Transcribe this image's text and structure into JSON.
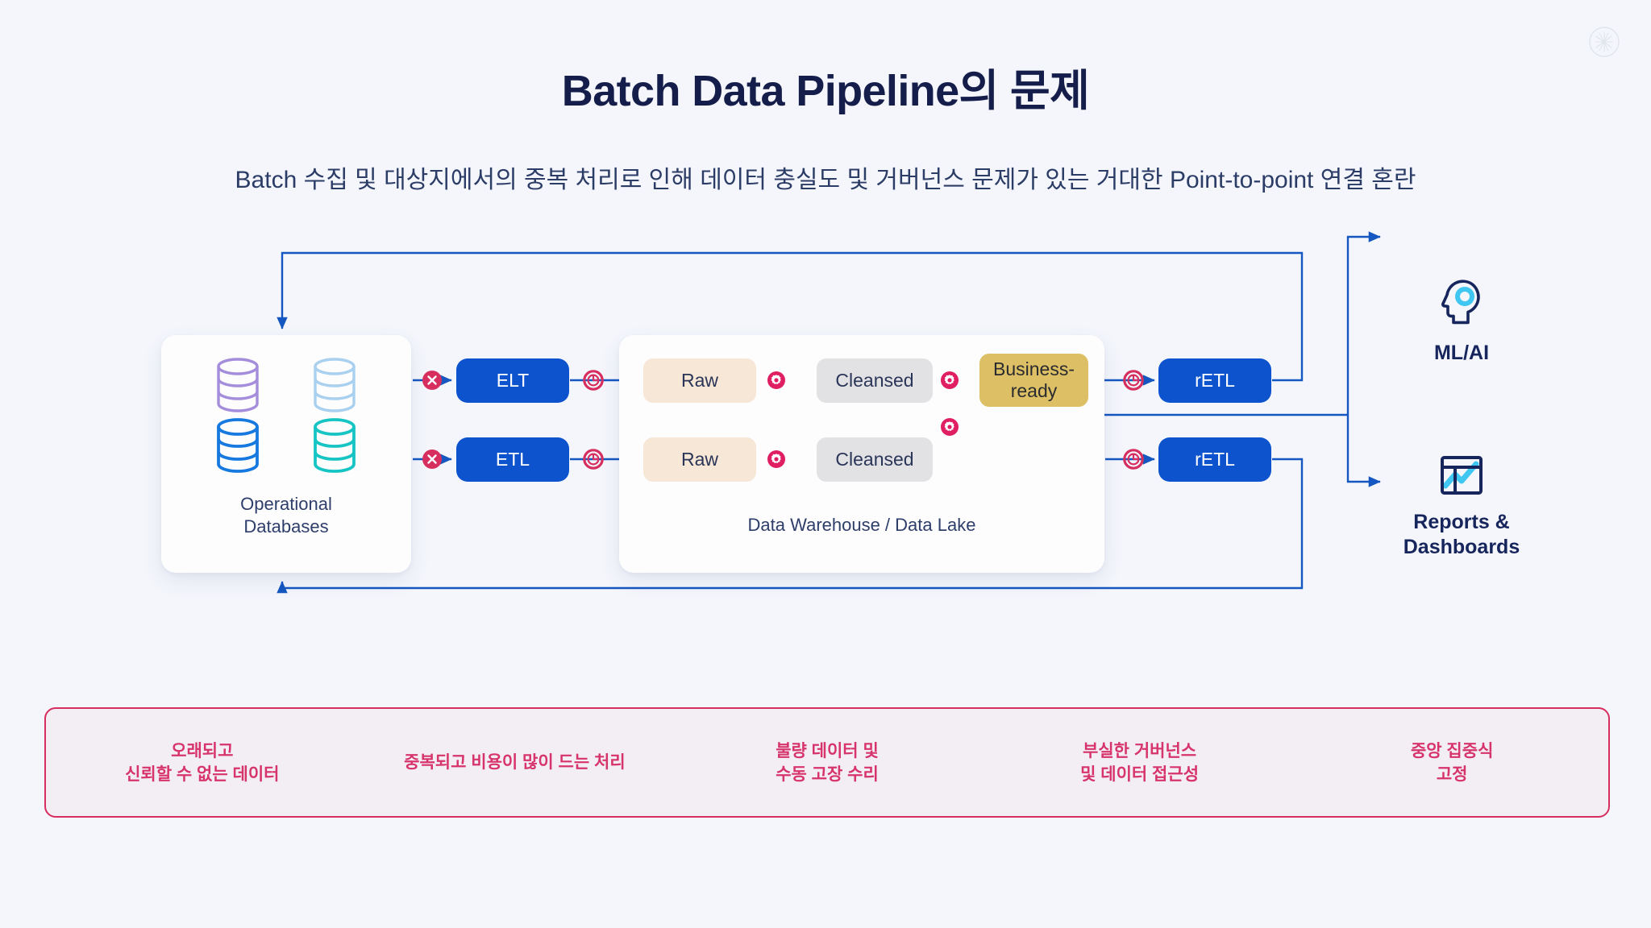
{
  "header": {
    "title": "Batch Data Pipeline의 문제",
    "subtitle": "Batch 수집 및 대상지에서의 중복 처리로 인해 데이터 충실도 및 거버넌스 문제가 있는 거대한 Point-to-point 연결 혼란"
  },
  "watermark": {
    "name": "starburst-watermark"
  },
  "colors": {
    "background": "#f4f6fc",
    "title": "#151d4a",
    "subtitle": "#2b3c66",
    "blue_node": "#0d53ce",
    "raw_node": "#f7e7d6",
    "cleansed_node": "#e2e2e4",
    "business_ready_node": "#ddc066",
    "badge_red": "#d62f5f",
    "wire_blue": "#1557c0",
    "wire_gold": "#b8930f",
    "wire_gray": "#9aa0ab",
    "callout_border": "#d62f5f",
    "callout_fill": "#f3eef4",
    "callout_text": "#d6346a",
    "accent_cyan": "#3fc7f2"
  },
  "diagram": {
    "sources_panel": {
      "caption": "Operational\nDatabases",
      "databases": [
        {
          "name": "database-purple",
          "color": "#a48ddb"
        },
        {
          "name": "database-lightblue",
          "color": "#a9d0ef"
        },
        {
          "name": "database-blue",
          "color": "#1579e0"
        },
        {
          "name": "database-teal",
          "color": "#17c4c4"
        }
      ]
    },
    "warehouse_panel": {
      "caption": "Data Warehouse / Data Lake"
    },
    "nodes": {
      "elt": "ELT",
      "etl": "ETL",
      "raw_top": "Raw",
      "raw_bottom": "Raw",
      "cleansed_top": "Cleansed",
      "cleansed_bottom": "Cleansed",
      "business_ready": "Business-\nready",
      "retl_top": "rETL",
      "retl_bottom": "rETL"
    },
    "badges": [
      {
        "name": "broken-connection-badge-top",
        "icon": "x-icon"
      },
      {
        "name": "broken-connection-badge-bottom",
        "icon": "x-icon"
      },
      {
        "name": "latency-badge-elt-out",
        "icon": "clock-icon"
      },
      {
        "name": "latency-badge-etl-out",
        "icon": "clock-icon"
      },
      {
        "name": "processing-badge-raw-top",
        "icon": "gear-icon"
      },
      {
        "name": "processing-badge-raw-bottom",
        "icon": "gear-icon"
      },
      {
        "name": "processing-badge-cleansed-top",
        "icon": "gear-icon"
      },
      {
        "name": "processing-badge-merge",
        "icon": "gear-icon"
      },
      {
        "name": "latency-badge-retl-top",
        "icon": "clock-icon"
      },
      {
        "name": "latency-badge-retl-bottom",
        "icon": "clock-icon"
      }
    ],
    "destinations": [
      {
        "name": "ml-ai",
        "label": "ML/AI",
        "icon": "brain-head-icon"
      },
      {
        "name": "reports-dashboards",
        "label": "Reports &\nDashboards",
        "icon": "dashboard-chart-icon"
      }
    ]
  },
  "callout": {
    "items": [
      "오래되고\n신뢰할 수 없는 데이터",
      "중복되고 비용이 많이 드는 처리",
      "불량 데이터 및\n수동 고장 수리",
      "부실한 거버넌스\n및 데이터 접근성",
      "중앙 집중식\n고정"
    ]
  }
}
